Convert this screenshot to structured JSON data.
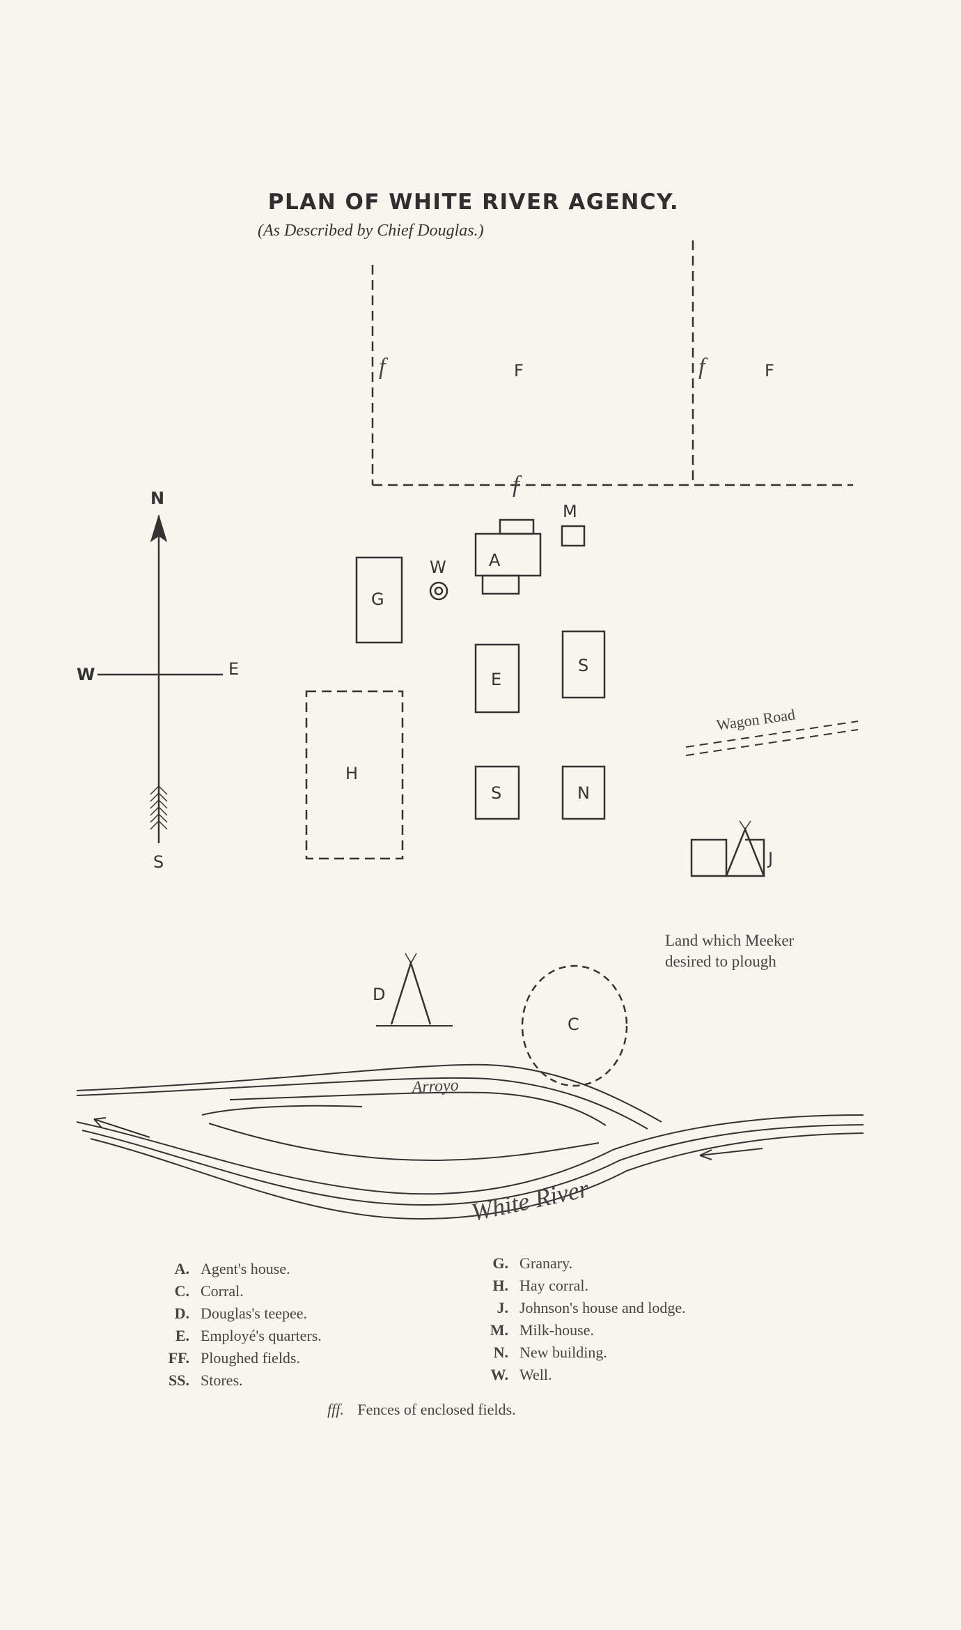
{
  "title": "PLAN OF WHITE RIVER AGENCY.",
  "subtitle": "(As Described by Chief Douglas.)",
  "compass": {
    "north": "N",
    "south": "S",
    "west": "W",
    "east": "E"
  },
  "map_labels": {
    "field_f": "f",
    "field_F": "F",
    "agents_house": "A",
    "milk_house": "M",
    "well": "W",
    "granary": "G",
    "employe_quarters": "E",
    "stores": "S",
    "new_building": "N",
    "hay_corral": "H",
    "teepee": "D",
    "corral": "C",
    "johnson": "J",
    "wagon_road": "Wagon Road",
    "meeker_land_line1": "Land which Meeker",
    "meeker_land_line2": "desired to plough",
    "arroyo": "Arroyo",
    "white_river": "White River"
  },
  "legend_left": [
    {
      "key": "A.",
      "desc": "Agent's house."
    },
    {
      "key": "C.",
      "desc": "Corral."
    },
    {
      "key": "D.",
      "desc": "Douglas's teepee."
    },
    {
      "key": "E.",
      "desc": "Employé's quarters."
    },
    {
      "key": "FF.",
      "desc": "Ploughed fields."
    },
    {
      "key": "SS.",
      "desc": "Stores."
    }
  ],
  "legend_right": [
    {
      "key": "G.",
      "desc": "Granary."
    },
    {
      "key": "H.",
      "desc": "Hay corral."
    },
    {
      "key": "J.",
      "desc": "Johnson's house and lodge."
    },
    {
      "key": "M.",
      "desc": "Milk-house."
    },
    {
      "key": "N.",
      "desc": "New building."
    },
    {
      "key": "W.",
      "desc": "Well."
    }
  ],
  "legend_fences": {
    "key": "fff.",
    "desc": "Fences of enclosed fields."
  },
  "colors": {
    "ink": "#333333",
    "paper": "#f7f5ee"
  }
}
